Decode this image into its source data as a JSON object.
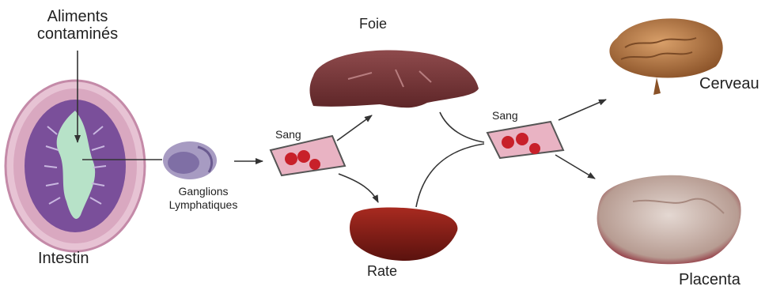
{
  "labels": {
    "source": "Aliments\ncontaminés",
    "intestin": "Intestin",
    "ganglions": "Ganglions\nLymphatiques",
    "sang_left": "Sang",
    "sang_right": "Sang",
    "foie": "Foie",
    "rate": "Rate",
    "cerveau": "Cerveau",
    "placenta": "Placenta"
  },
  "colors": {
    "intestin_outer": "#d9a8c0",
    "intestin_inner": "#7a4f9a",
    "intestin_lumen": "#b7e2c8",
    "ganglion": "#8b7fa8",
    "vessel": "#e9b3c3",
    "blood_cell": "#c8202a",
    "foie": "#7a3a3c",
    "rate": "#8a1e18",
    "cerveau": "#b87a45",
    "placenta": "#c9b7ae",
    "arrow": "#333333"
  },
  "icons": [
    "intestine-section-image",
    "lymph-node-image",
    "blood-vessel-image",
    "liver-image",
    "spleen-image",
    "brain-image",
    "placenta-image"
  ]
}
